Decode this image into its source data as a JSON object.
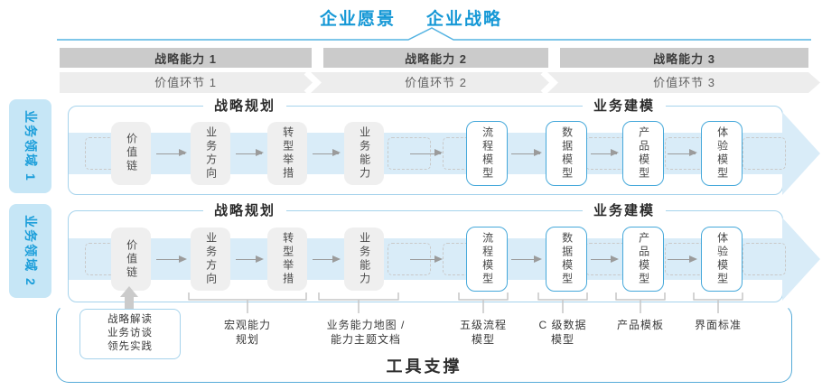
{
  "header": {
    "vision": "企业愿景",
    "strategy": "企业战略"
  },
  "capabilities": [
    "战略能力 1",
    "战略能力 2",
    "战略能力 3"
  ],
  "value_links": [
    "价值环节 1",
    "价值环节 2",
    "价值环节 3"
  ],
  "domains": [
    "业务领域 1",
    "业务领域 2"
  ],
  "row": {
    "planning_header": "战略规划",
    "modeling_header": "业务建模",
    "boxes": [
      {
        "label": "价值链",
        "type": "gray"
      },
      {
        "label": "业务方向",
        "type": "gray"
      },
      {
        "label": "转型举措",
        "type": "gray"
      },
      {
        "label": "业务能力",
        "type": "gray"
      },
      {
        "label": "流程模型",
        "type": "blue"
      },
      {
        "label": "数据模型",
        "type": "blue"
      },
      {
        "label": "产品模型",
        "type": "blue"
      },
      {
        "label": "体验模型",
        "type": "blue"
      }
    ]
  },
  "annotations": {
    "note_box": [
      "战略解读",
      "业务访谈",
      "领先实践"
    ],
    "braced": [
      {
        "lines": [
          "宏观能力",
          "规划"
        ]
      },
      {
        "lines": [
          "业务能力地图 /",
          "能力主题文档"
        ]
      },
      {
        "lines": [
          "五级流程",
          "模型"
        ]
      },
      {
        "lines": [
          "C 级数据",
          "模型"
        ]
      },
      {
        "lines": [
          "产品模板"
        ]
      },
      {
        "lines": [
          "界面标准"
        ]
      }
    ]
  },
  "footer": {
    "title": "工具支撑"
  },
  "colors": {
    "accent_blue": "#1B9EDA",
    "row_border": "#A6D3EC",
    "band_blue": "#D9ECF8",
    "box_border_blue": "#45A8DA",
    "capability_bar_gray": "#CBCBCB",
    "value_bar_gray": "#EDEDED",
    "box_gray": "#EFEFEF",
    "arrow_gray": "#9B9B9B"
  }
}
